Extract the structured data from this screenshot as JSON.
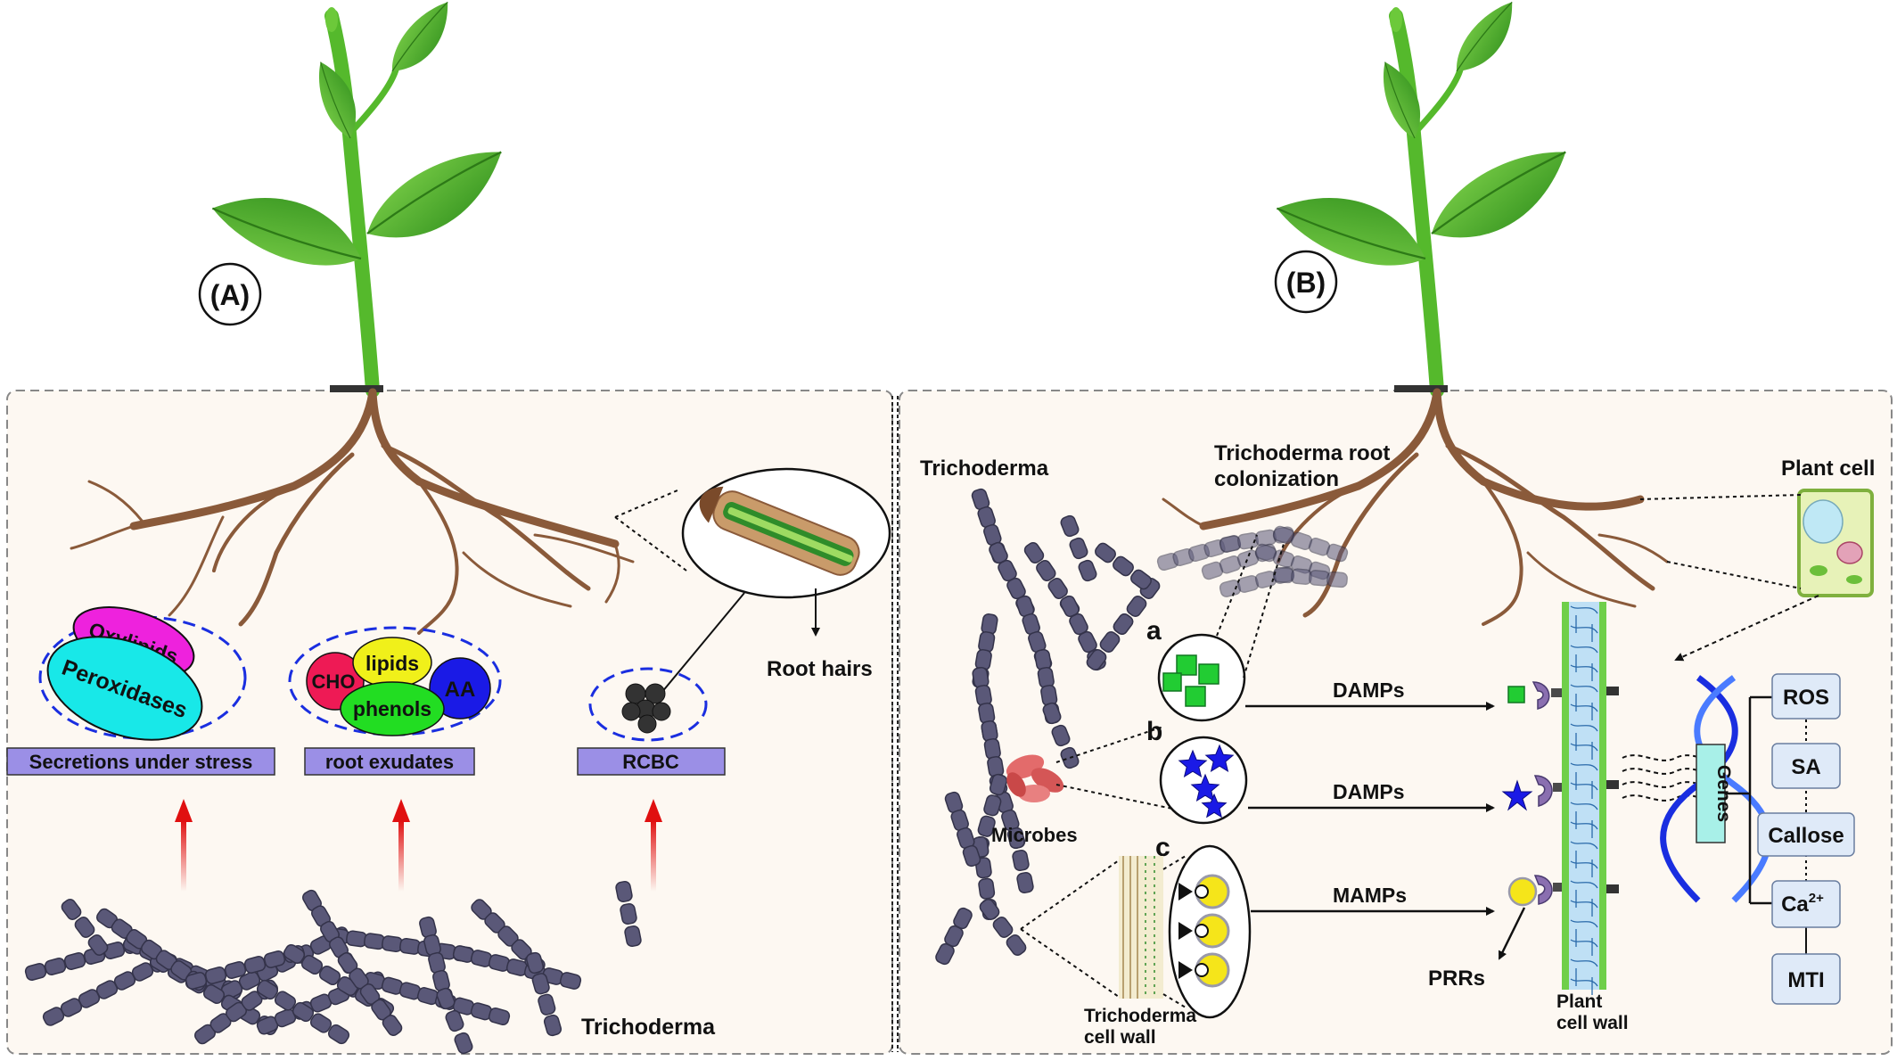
{
  "panel_a": {
    "label": "(A)",
    "secretions": {
      "caption": "Secretions under stress",
      "oxylipids": "Oxylipids",
      "peroxidases": "Peroxidases"
    },
    "exudates": {
      "caption": "root exudates",
      "cho": "CHO",
      "lipids": "lipids",
      "phenols": "phenols",
      "aa": "AA"
    },
    "rcbc": {
      "caption": "RCBC"
    },
    "root_hairs": "Root hairs",
    "trichoderma": "Trichoderma"
  },
  "panel_b": {
    "label": "(B)",
    "trichoderma": "Trichoderma",
    "colonization_line1": "Trichoderma root",
    "colonization_line2": "colonization",
    "plant_cell": "Plant cell",
    "microbes": "Microbes",
    "letter_a": "a",
    "letter_b": "b",
    "letter_c": "c",
    "damps_1": "DAMPs",
    "damps_2": "DAMPs",
    "mamps": "MAMPs",
    "prrs": "PRRs",
    "tcw_line1": "Trichoderma",
    "tcw_line2": "cell wall",
    "pcw_line1": "Plant",
    "pcw_line2": "cell wall",
    "genes": "Genes",
    "ros": "ROS",
    "sa": "SA",
    "callose": "Callose",
    "ca": "Ca",
    "ca_sup": "2+",
    "mti": "MTI"
  },
  "colors": {
    "panel_bg": "#fdf8f2",
    "root": "#8a5a3a",
    "leaf": "#4cae2a",
    "stem": "#55b92c",
    "hypha": "#5a5878",
    "label_box": "#9b8fe6",
    "dash_ellipse": "#1a2ee0",
    "arrow_red": "#e01010",
    "oxylipids": "#ee22dd",
    "peroxidases": "#18e8e8",
    "cho": "#ee1a55",
    "lipids": "#f0f01a",
    "phenols": "#22dd22",
    "aa": "#1a1ae6",
    "response_box": "#dfeaf8"
  }
}
